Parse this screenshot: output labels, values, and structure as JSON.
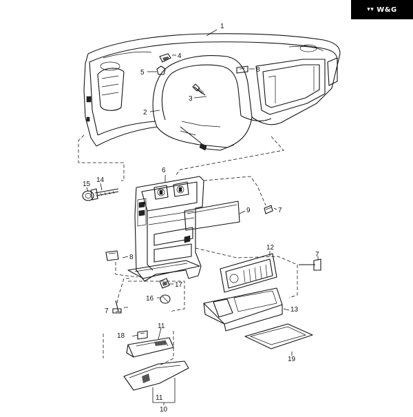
{
  "brand": {
    "badge_text": "W&G",
    "badge_mark": "▾▾"
  },
  "callouts": {
    "p1": "1",
    "p2": "2",
    "p3": "3",
    "p4": "4",
    "p5": "5",
    "p6": "6",
    "p7a": "7",
    "p7b": "7",
    "p7c": "7",
    "p8a": "8",
    "p8b": "8",
    "p9": "9",
    "p10": "10",
    "p11a": "11",
    "p11b": "11",
    "p12": "12",
    "p13": "13",
    "p14": "14",
    "p15": "15",
    "p16": "16",
    "p17": "17",
    "p18": "18",
    "p19": "19"
  }
}
